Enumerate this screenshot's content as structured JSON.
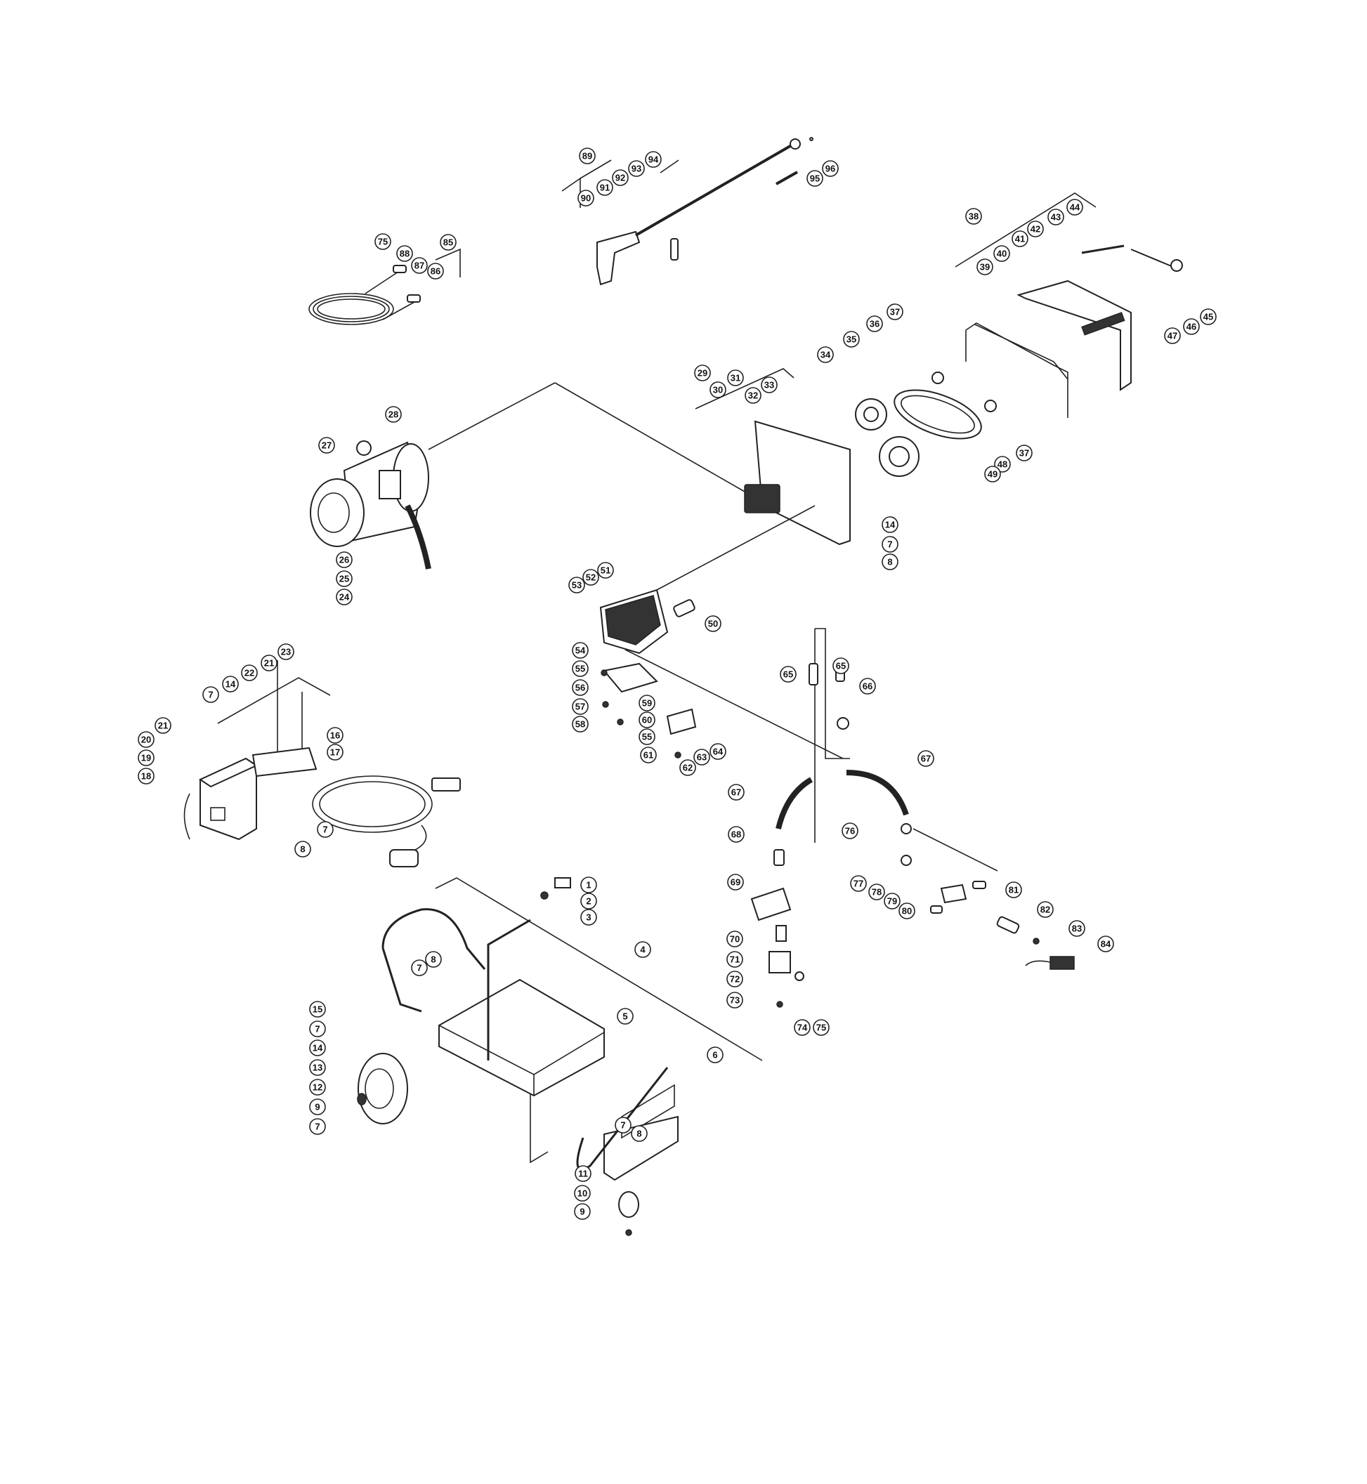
{
  "diagram": {
    "callouts": [
      {
        "label": "1"
      },
      {
        "label": "2"
      },
      {
        "label": "3"
      },
      {
        "label": "4"
      },
      {
        "label": "5"
      },
      {
        "label": "6"
      },
      {
        "label": "7"
      },
      {
        "label": "8"
      },
      {
        "label": "11"
      },
      {
        "label": "10"
      },
      {
        "label": "9"
      },
      {
        "label": "7"
      },
      {
        "label": "8"
      },
      {
        "label": "15"
      },
      {
        "label": "7"
      },
      {
        "label": "14"
      },
      {
        "label": "13"
      },
      {
        "label": "12"
      },
      {
        "label": "9"
      },
      {
        "label": "7"
      },
      {
        "label": "18"
      },
      {
        "label": "19"
      },
      {
        "label": "20"
      },
      {
        "label": "21"
      },
      {
        "label": "7"
      },
      {
        "label": "14"
      },
      {
        "label": "22"
      },
      {
        "label": "21"
      },
      {
        "label": "23"
      },
      {
        "label": "16"
      },
      {
        "label": "17"
      },
      {
        "label": "7"
      },
      {
        "label": "8"
      },
      {
        "label": "24"
      },
      {
        "label": "25"
      },
      {
        "label": "26"
      },
      {
        "label": "27"
      },
      {
        "label": "28"
      },
      {
        "label": "29"
      },
      {
        "label": "30"
      },
      {
        "label": "31"
      },
      {
        "label": "32"
      },
      {
        "label": "33"
      },
      {
        "label": "34"
      },
      {
        "label": "35"
      },
      {
        "label": "36"
      },
      {
        "label": "37"
      },
      {
        "label": "37"
      },
      {
        "label": "48"
      },
      {
        "label": "49"
      },
      {
        "label": "14"
      },
      {
        "label": "7"
      },
      {
        "label": "8"
      },
      {
        "label": "38"
      },
      {
        "label": "39"
      },
      {
        "label": "40"
      },
      {
        "label": "41"
      },
      {
        "label": "42"
      },
      {
        "label": "43"
      },
      {
        "label": "44"
      },
      {
        "label": "45"
      },
      {
        "label": "46"
      },
      {
        "label": "47"
      },
      {
        "label": "89"
      },
      {
        "label": "90"
      },
      {
        "label": "91"
      },
      {
        "label": "92"
      },
      {
        "label": "93"
      },
      {
        "label": "94"
      },
      {
        "label": "95"
      },
      {
        "label": "96"
      },
      {
        "label": "75"
      },
      {
        "label": "88"
      },
      {
        "label": "87"
      },
      {
        "label": "86"
      },
      {
        "label": "85"
      },
      {
        "label": "51"
      },
      {
        "label": "52"
      },
      {
        "label": "53"
      },
      {
        "label": "50"
      },
      {
        "label": "54"
      },
      {
        "label": "55"
      },
      {
        "label": "56"
      },
      {
        "label": "57"
      },
      {
        "label": "58"
      },
      {
        "label": "59"
      },
      {
        "label": "60"
      },
      {
        "label": "55"
      },
      {
        "label": "61"
      },
      {
        "label": "62"
      },
      {
        "label": "63"
      },
      {
        "label": "64"
      },
      {
        "label": "65"
      },
      {
        "label": "65"
      },
      {
        "label": "66"
      },
      {
        "label": "67"
      },
      {
        "label": "67"
      },
      {
        "label": "68"
      },
      {
        "label": "69"
      },
      {
        "label": "70"
      },
      {
        "label": "71"
      },
      {
        "label": "72"
      },
      {
        "label": "73"
      },
      {
        "label": "74"
      },
      {
        "label": "75"
      },
      {
        "label": "76"
      },
      {
        "label": "77"
      },
      {
        "label": "78"
      },
      {
        "label": "79"
      },
      {
        "label": "80"
      },
      {
        "label": "81"
      },
      {
        "label": "82"
      },
      {
        "label": "83"
      },
      {
        "label": "84"
      }
    ]
  }
}
